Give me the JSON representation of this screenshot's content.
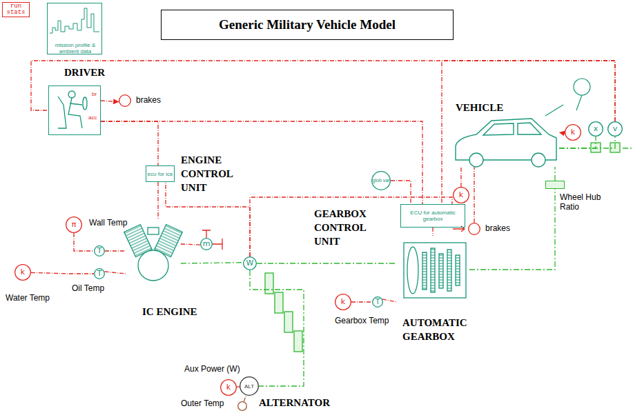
{
  "diagram": {
    "title": "Generic Military Vehicle Model",
    "nodes": [
      {
        "text": [
          "run stats"
        ]
      },
      {
        "text": [
          "mission profile & ambient data"
        ]
      },
      {
        "text": [
          "DRIVER"
        ]
      },
      {
        "text": [
          "brakes"
        ]
      },
      {
        "text": [
          "ecu for ice"
        ]
      },
      {
        "text": [
          "IC ENGINE"
        ]
      },
      {
        "text": [
          "k",
          "Water Temp"
        ]
      },
      {
        "text": [
          "π",
          "Wall Temp"
        ]
      },
      {
        "text": [
          "T"
        ]
      },
      {
        "text": [
          "T",
          "Oil Temp"
        ]
      },
      {
        "text": [
          "W"
        ]
      },
      {
        "text": [
          "m"
        ]
      },
      {
        "text": [
          "ALT",
          "ALTERNATOR"
        ]
      },
      {
        "text": [
          "k",
          "Aux Power (W)"
        ]
      },
      {
        "text": [
          "Outer Temp"
        ]
      },
      {
        "text": [
          "glob var"
        ]
      },
      {
        "text": [
          "ECU for automatic gearbox"
        ]
      },
      {
        "text": [
          "AUTOMATIC GEARBOX"
        ]
      },
      {
        "text": [
          "k"
        ]
      },
      {
        "text": [
          "T",
          "Gearbox Temp"
        ]
      },
      {
        "text": [
          "VEHICLE"
        ]
      },
      {
        "text": [
          "k"
        ]
      },
      {
        "text": [
          "k"
        ]
      },
      {
        "text": [
          "brakes"
        ]
      },
      {
        "text": [
          "Wheel Hub Ratio"
        ]
      },
      {
        "text": [
          "x"
        ]
      },
      {
        "text": [
          "v"
        ]
      }
    ],
    "edges": [
      {
        "from": 2,
        "to": 3,
        "arrow": "to"
      },
      {
        "from": 2,
        "to": 4,
        "arrow": "none"
      },
      {
        "from": 2,
        "to": 16,
        "arrow": "none"
      },
      {
        "from": 4,
        "to": 5,
        "arrow": "none"
      },
      {
        "from": 6,
        "to": 9,
        "arrow": "none"
      },
      {
        "from": 7,
        "to": 8,
        "arrow": "none"
      },
      {
        "from": 8,
        "to": 5,
        "arrow": "none"
      },
      {
        "from": 9,
        "to": 5,
        "arrow": "none"
      },
      {
        "from": 5,
        "to": 11,
        "arrow": "none"
      },
      {
        "from": 5,
        "to": 10,
        "arrow": "none"
      },
      {
        "from": 10,
        "to": 4,
        "arrow": "none"
      },
      {
        "from": 10,
        "to": 16,
        "arrow": "none"
      },
      {
        "from": 10,
        "to": 12,
        "arrow": "none"
      },
      {
        "from": 13,
        "to": 12,
        "arrow": "none"
      },
      {
        "from": 14,
        "to": 12,
        "arrow": "none"
      },
      {
        "from": 10,
        "to": 17,
        "arrow": "none"
      },
      {
        "from": 15,
        "to": 16,
        "arrow": "none"
      },
      {
        "from": 16,
        "to": 17,
        "arrow": "none"
      },
      {
        "from": 18,
        "to": 19,
        "arrow": "none"
      },
      {
        "from": 19,
        "to": 17,
        "arrow": "none"
      },
      {
        "from": 17,
        "to": 24,
        "arrow": "none"
      },
      {
        "from": 24,
        "to": 20,
        "arrow": "none"
      },
      {
        "from": 21,
        "to": 20,
        "arrow": "to"
      },
      {
        "from": 22,
        "to": 20,
        "arrow": "none"
      },
      {
        "from": 23,
        "to": 20,
        "arrow": "none"
      },
      {
        "from": 20,
        "to": 25,
        "arrow": "none"
      },
      {
        "from": 20,
        "to": 26,
        "arrow": "none"
      },
      {
        "from": 26,
        "to": 2,
        "arrow": "none"
      },
      {
        "from": 26,
        "to": 16,
        "arrow": "none"
      }
    ],
    "labels": [
      "ENGINE CONTROL UNIT",
      "GEARBOX CONTROL UNIT",
      "br",
      "acc"
    ]
  }
}
